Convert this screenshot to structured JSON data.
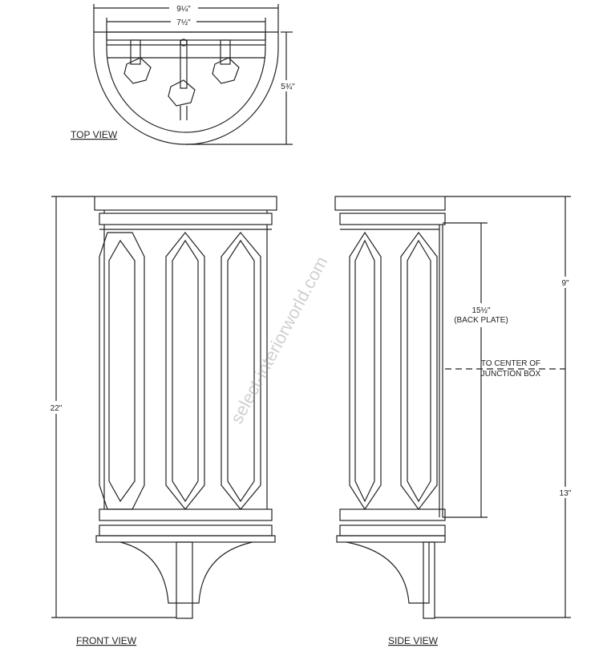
{
  "views": {
    "top": {
      "label": "TOP VIEW",
      "overall_width": "9¼\"",
      "back_width": "7½\"",
      "depth": "5¾\""
    },
    "front": {
      "label": "FRONT VIEW",
      "overall_height": "22\""
    },
    "side": {
      "label": "SIDE VIEW",
      "upper_height": "9\"",
      "lower_height": "13\"",
      "back_plate": "15½\"",
      "back_plate_note": "(BACK PLATE)",
      "junction_note_1": "TO CENTER OF",
      "junction_note_2": "JUNCTION BOX"
    }
  },
  "watermark": "select-interiorworld.com",
  "colors": {
    "line": "#222222",
    "background": "#ffffff"
  }
}
